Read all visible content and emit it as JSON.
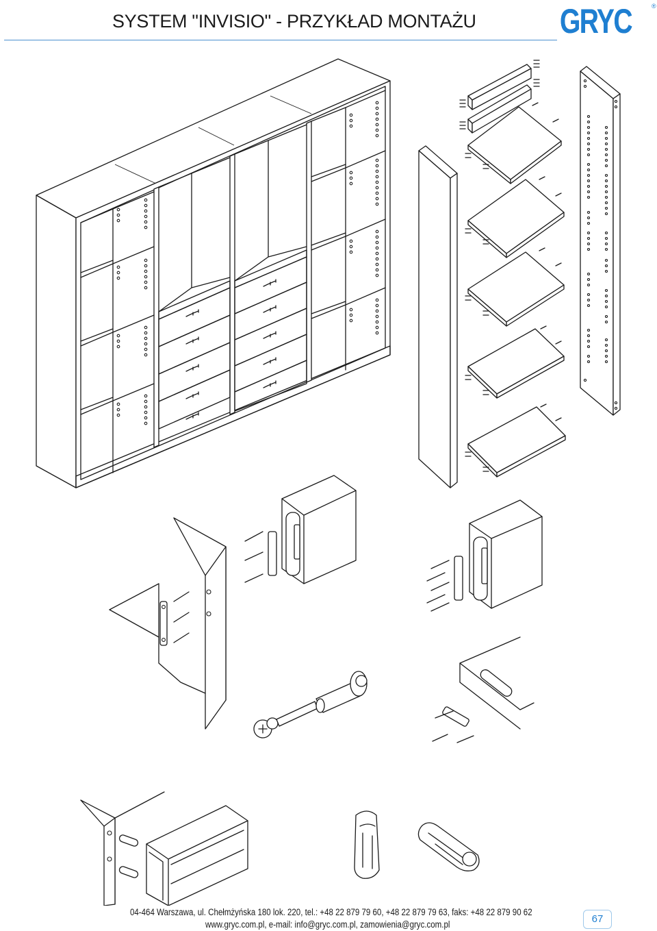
{
  "header": {
    "title": "SYSTEM \"INVISIO\" - PRZYKŁAD MONTAŻU",
    "logo_text": "GRYC",
    "logo_mark": "®",
    "accent_color": "#1f7fd1"
  },
  "footer": {
    "address_line": "04-464 Warszawa, ul. Chełmżyńska 180 lok. 220, tel.: +48 22 879 79 60, +48 22 879 79 63, faks: +48 22 879 90 62",
    "web_line": "www.gryc.com.pl, e-mail: info@gryc.com.pl, zamowienia@gryc.com.pl",
    "page_number": "67"
  },
  "drawing": {
    "icons": [
      "cabinet-assembly-drawing",
      "side-panel-drawing",
      "shelf-panel-drawing",
      "connector-detail-drawing",
      "screw-icon",
      "sleeve-nut-icon",
      "plinth-detail-drawing",
      "plastic-clip-icon"
    ]
  }
}
